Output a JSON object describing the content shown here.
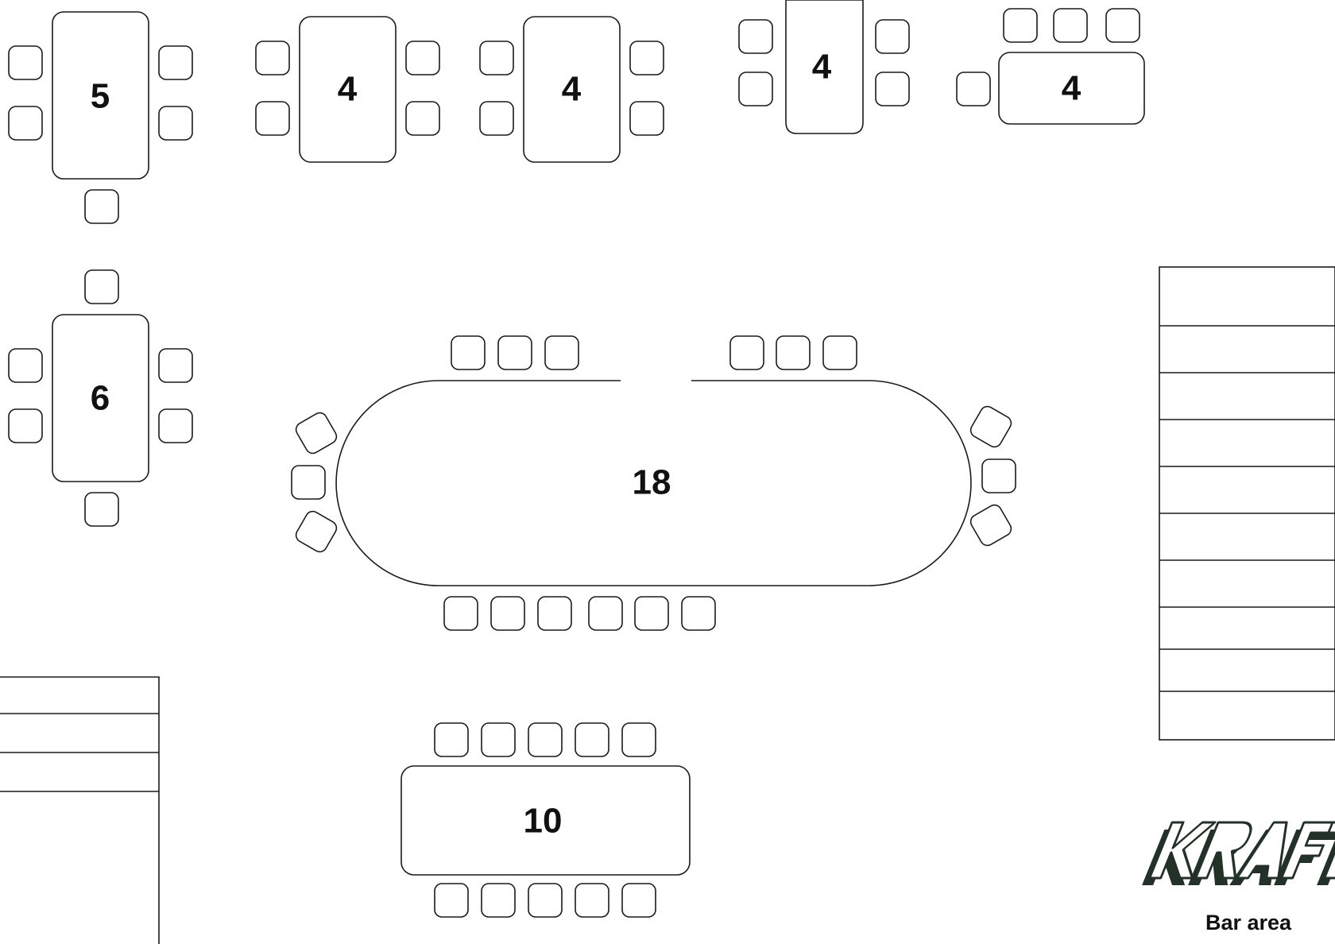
{
  "tables": [
    {
      "id": "table-5",
      "label": "5"
    },
    {
      "id": "table-4-a",
      "label": "4"
    },
    {
      "id": "table-4-b",
      "label": "4"
    },
    {
      "id": "table-4-c",
      "label": "4"
    },
    {
      "id": "table-4-d",
      "label": "4"
    },
    {
      "id": "table-6",
      "label": "6"
    },
    {
      "id": "table-18",
      "label": "18"
    },
    {
      "id": "table-10",
      "label": "10"
    }
  ],
  "logo": {
    "text": "KRAFT"
  },
  "bar": {
    "label": "Bar area"
  },
  "colors": {
    "stroke": "#1a1a1a",
    "logo": "#233128",
    "background": "#ffffff"
  }
}
